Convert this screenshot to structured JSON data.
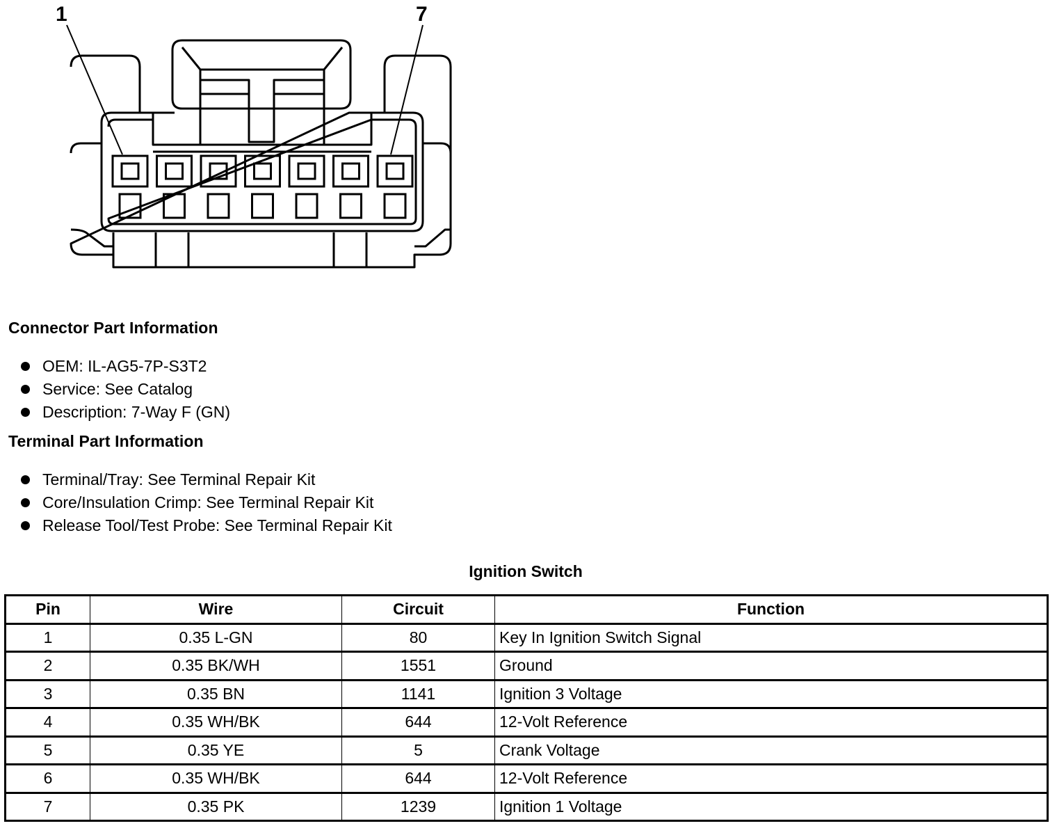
{
  "diagram": {
    "pin_label_first": "1",
    "pin_label_last": "7",
    "cavity_count": 7
  },
  "connector_info": {
    "heading": "Connector Part Information",
    "items": [
      "OEM: IL-AG5-7P-S3T2",
      "Service: See Catalog",
      "Description: 7-Way F (GN)"
    ]
  },
  "terminal_info": {
    "heading": "Terminal Part Information",
    "items": [
      "Terminal/Tray: See Terminal Repair Kit",
      "Core/Insulation Crimp: See Terminal Repair Kit",
      "Release Tool/Test Probe: See Terminal Repair Kit"
    ]
  },
  "table": {
    "title": "Ignition Switch",
    "headers": [
      "Pin",
      "Wire",
      "Circuit",
      "Function"
    ],
    "rows": [
      [
        "1",
        "0.35 L-GN",
        "80",
        "Key In Ignition Switch Signal"
      ],
      [
        "2",
        "0.35 BK/WH",
        "1551",
        "Ground"
      ],
      [
        "3",
        "0.35 BN",
        "1141",
        "Ignition 3 Voltage"
      ],
      [
        "4",
        "0.35 WH/BK",
        "644",
        "12-Volt Reference"
      ],
      [
        "5",
        "0.35 YE",
        "5",
        "Crank Voltage"
      ],
      [
        "6",
        "0.35 WH/BK",
        "644",
        "12-Volt Reference"
      ],
      [
        "7",
        "0.35 PK",
        "1239",
        "Ignition 1 Voltage"
      ]
    ]
  }
}
